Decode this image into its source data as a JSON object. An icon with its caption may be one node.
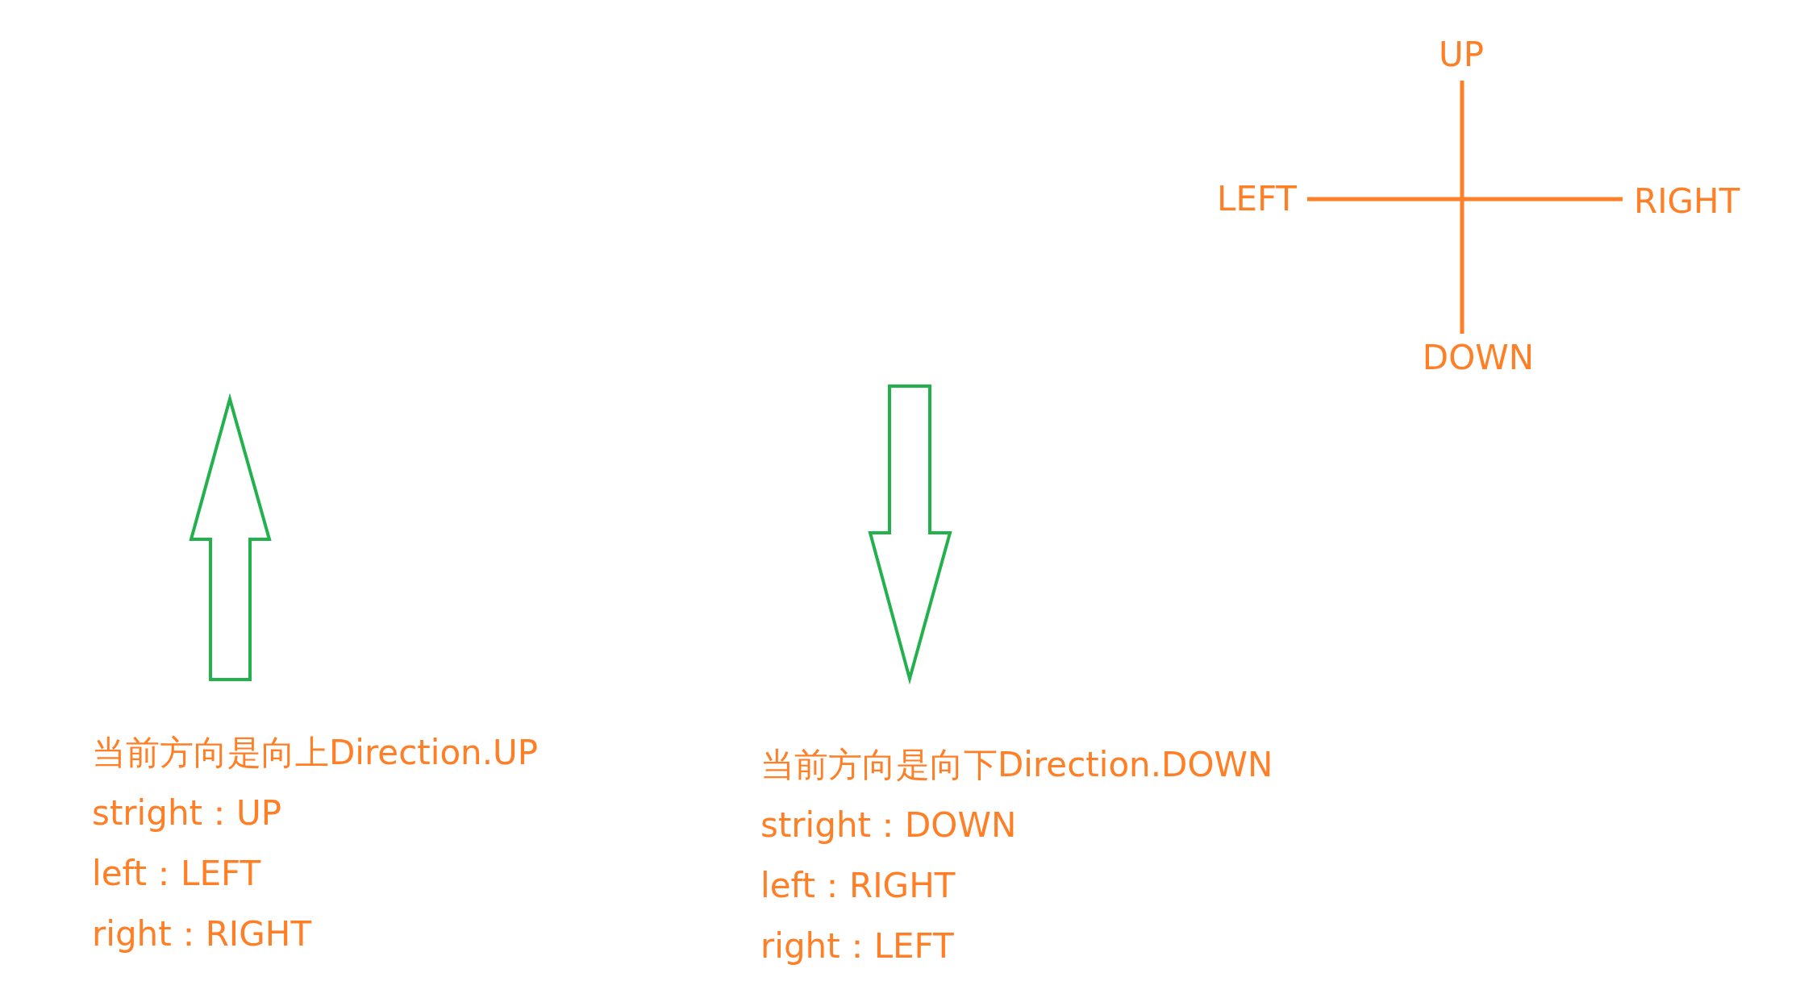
{
  "diagram": {
    "labels": [
      "UP",
      "LEFT",
      "RIGHT",
      "DOWN",
      "当前方向是向上Direction.UP",
      "stright：UP",
      "left：LEFT",
      "right：RIGHT",
      "当前方向是向下Direction.DOWN",
      "stright：DOWN",
      "left：RIGHT",
      "right：LEFT"
    ]
  }
}
